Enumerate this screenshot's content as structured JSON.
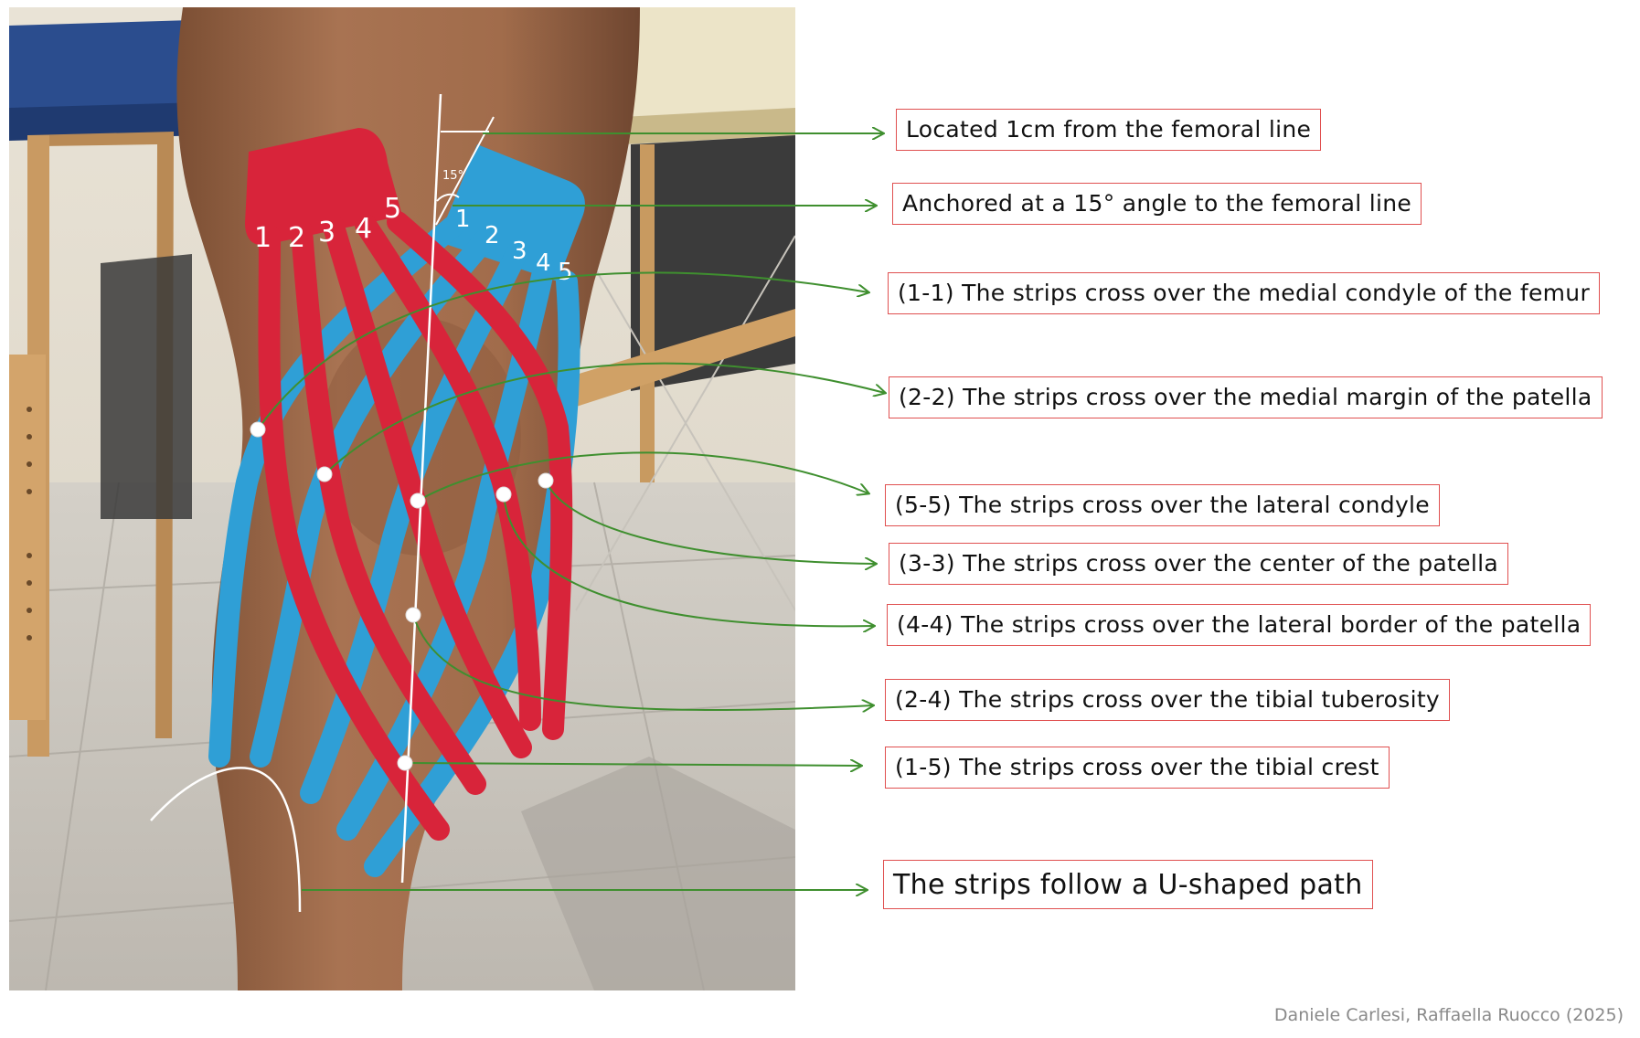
{
  "photo": {
    "angle_label": "15°",
    "red_strip_numbers": [
      "1",
      "2",
      "3",
      "4",
      "5"
    ],
    "blue_strip_numbers": [
      "1",
      "2",
      "3",
      "4",
      "5"
    ]
  },
  "callouts": [
    {
      "id": "femoral-line-distance",
      "text": "Located 1cm from the femoral line"
    },
    {
      "id": "anchor-angle",
      "text": "Anchored at a 15° angle to the femoral line"
    },
    {
      "id": "cross-1-1",
      "text": "(1-1) The strips cross over the medial condyle of the femur"
    },
    {
      "id": "cross-2-2",
      "text": "(2-2) The strips cross over the medial margin of the patella"
    },
    {
      "id": "cross-5-5",
      "text": "(5-5) The strips cross over the lateral condyle"
    },
    {
      "id": "cross-3-3",
      "text": "(3-3) The strips cross over the center of the patella"
    },
    {
      "id": "cross-4-4",
      "text": "(4-4) The strips cross over the lateral border of the patella"
    },
    {
      "id": "cross-2-4",
      "text": "(2-4) The strips cross over the tibial tuberosity"
    },
    {
      "id": "cross-1-5",
      "text": "(1-5) The strips cross over the tibial crest"
    },
    {
      "id": "u-shaped-path",
      "text": "The strips follow a U-shaped path"
    }
  ],
  "credit": "Daniele Carlesi, Raffaella Ruocco (2025)",
  "colors": {
    "red_tape": "#d8243a",
    "blue_tape": "#2f9fd6",
    "arrow": "#3f8f2f",
    "callout_border": "#e05050",
    "skin": "#a06a48"
  }
}
